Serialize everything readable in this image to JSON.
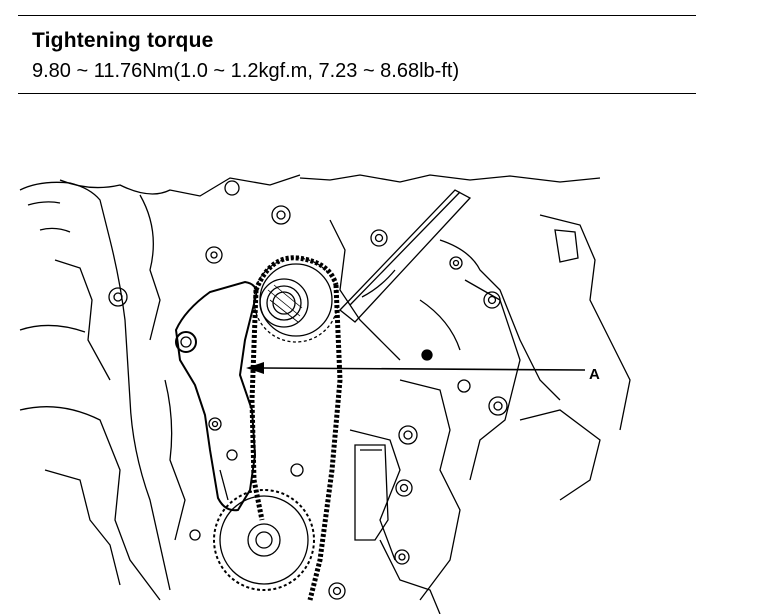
{
  "spec": {
    "title": "Tightening torque",
    "value": "9.80 ~ 11.76Nm(1.0 ~ 1.2kgf.m, 7.23 ~ 8.68lb-ft)"
  },
  "diagram": {
    "callout_label": "A"
  }
}
